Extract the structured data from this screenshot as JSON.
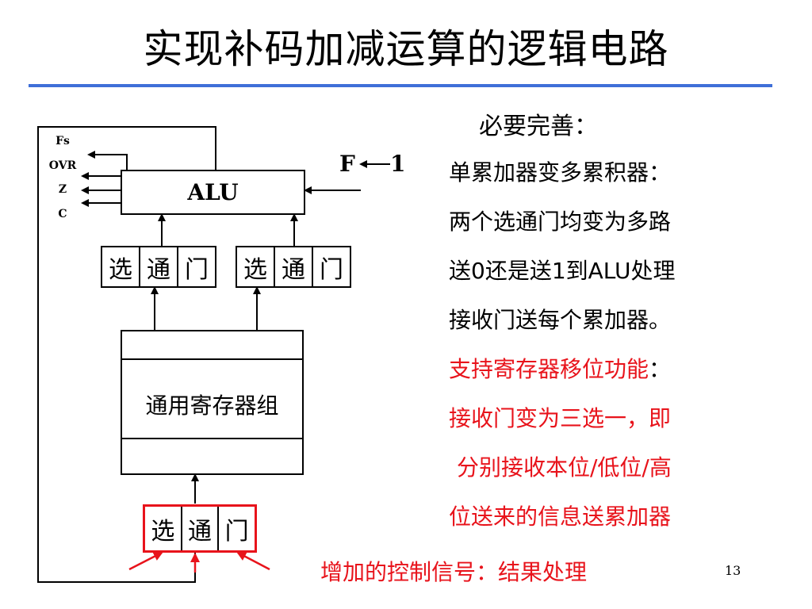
{
  "title": "实现补码加减运算的逻辑电路",
  "slide_number": "13",
  "diagram": {
    "alu_label": "ALU",
    "flags": [
      "Fs",
      "OVR",
      "Z",
      "C"
    ],
    "f_input": "F",
    "f_value": "1",
    "gate_labels": [
      "选",
      "通",
      "门"
    ],
    "register_label": "通用寄存器组",
    "added_signal_note": "增加的控制信号：结果处理"
  },
  "notes": {
    "heading": "必要完善：",
    "lines": [
      "单累加器变多累积器：",
      "两个选通门均变为多路",
      "送0还是送1到ALU处理",
      "接收门送每个累加器。"
    ],
    "red_heading": "支持寄存器移位功能",
    "red_heading_suffix": "：",
    "red_lines": [
      "接收门变为三选一，即",
      "分别接收本位/低位/高",
      "位送来的信息送累加器"
    ]
  },
  "colors": {
    "rule": "#3f6fd8",
    "emphasis": "#e8131b"
  }
}
